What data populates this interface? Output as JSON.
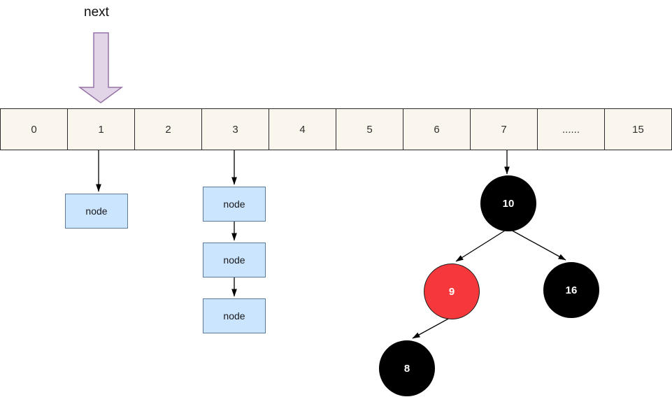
{
  "diagram": {
    "pointer_label": "next",
    "array_cells": [
      "0",
      "1",
      "2",
      "3",
      "4",
      "5",
      "6",
      "7",
      "......",
      "15"
    ],
    "bucket1_list": [
      "node"
    ],
    "bucket3_list": [
      "node",
      "node",
      "node"
    ],
    "tree_nodes": {
      "root": "10",
      "left_child": "9",
      "right_child": "16",
      "left_grandchild": "8"
    },
    "colors": {
      "array_cell_fill": "#faf6ed",
      "array_border": "#2b2b2b",
      "list_node_fill": "#cce5ff",
      "list_node_border": "#5b7a9e",
      "tree_black_node": "#000000",
      "tree_red_node": "#f5383b",
      "tree_text": "#ffffff",
      "pointer_arrow_fill": "#e1d5e7",
      "pointer_arrow_border": "#9673a6",
      "edge_color": "#000000"
    }
  }
}
